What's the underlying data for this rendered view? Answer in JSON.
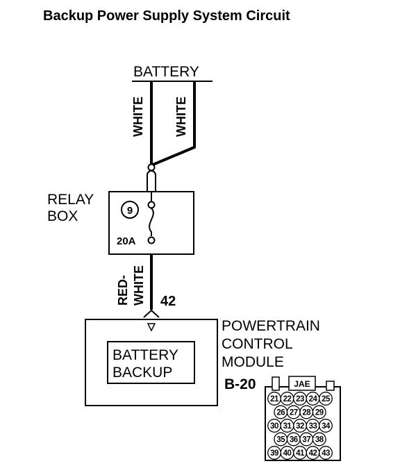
{
  "title": "Backup Power Supply System Circuit",
  "battery": {
    "label": "BATTERY"
  },
  "wires": {
    "battery_left": "WHITE",
    "battery_right": "WHITE",
    "relay_out_line1": "RED-",
    "relay_out_line2": "WHITE",
    "terminal_number": "42"
  },
  "relay_box": {
    "label_line1": "RELAY",
    "label_line2": "BOX",
    "fuse_number": "9",
    "fuse_rating": "20A"
  },
  "pcm": {
    "label_line1": "POWERTRAIN",
    "label_line2": "CONTROL",
    "label_line3": "MODULE",
    "inner_line1": "BATTERY",
    "inner_line2": "BACKUP"
  },
  "connector": {
    "id": "B-20",
    "maker": "JAE",
    "rows": [
      [
        "21",
        "22",
        "23",
        "24",
        "25"
      ],
      [
        "26",
        "27",
        "28",
        "29"
      ],
      [
        "30",
        "31",
        "32",
        "33",
        "34"
      ],
      [
        "35",
        "36",
        "37",
        "38"
      ],
      [
        "39",
        "40",
        "41",
        "42",
        "43"
      ]
    ]
  }
}
